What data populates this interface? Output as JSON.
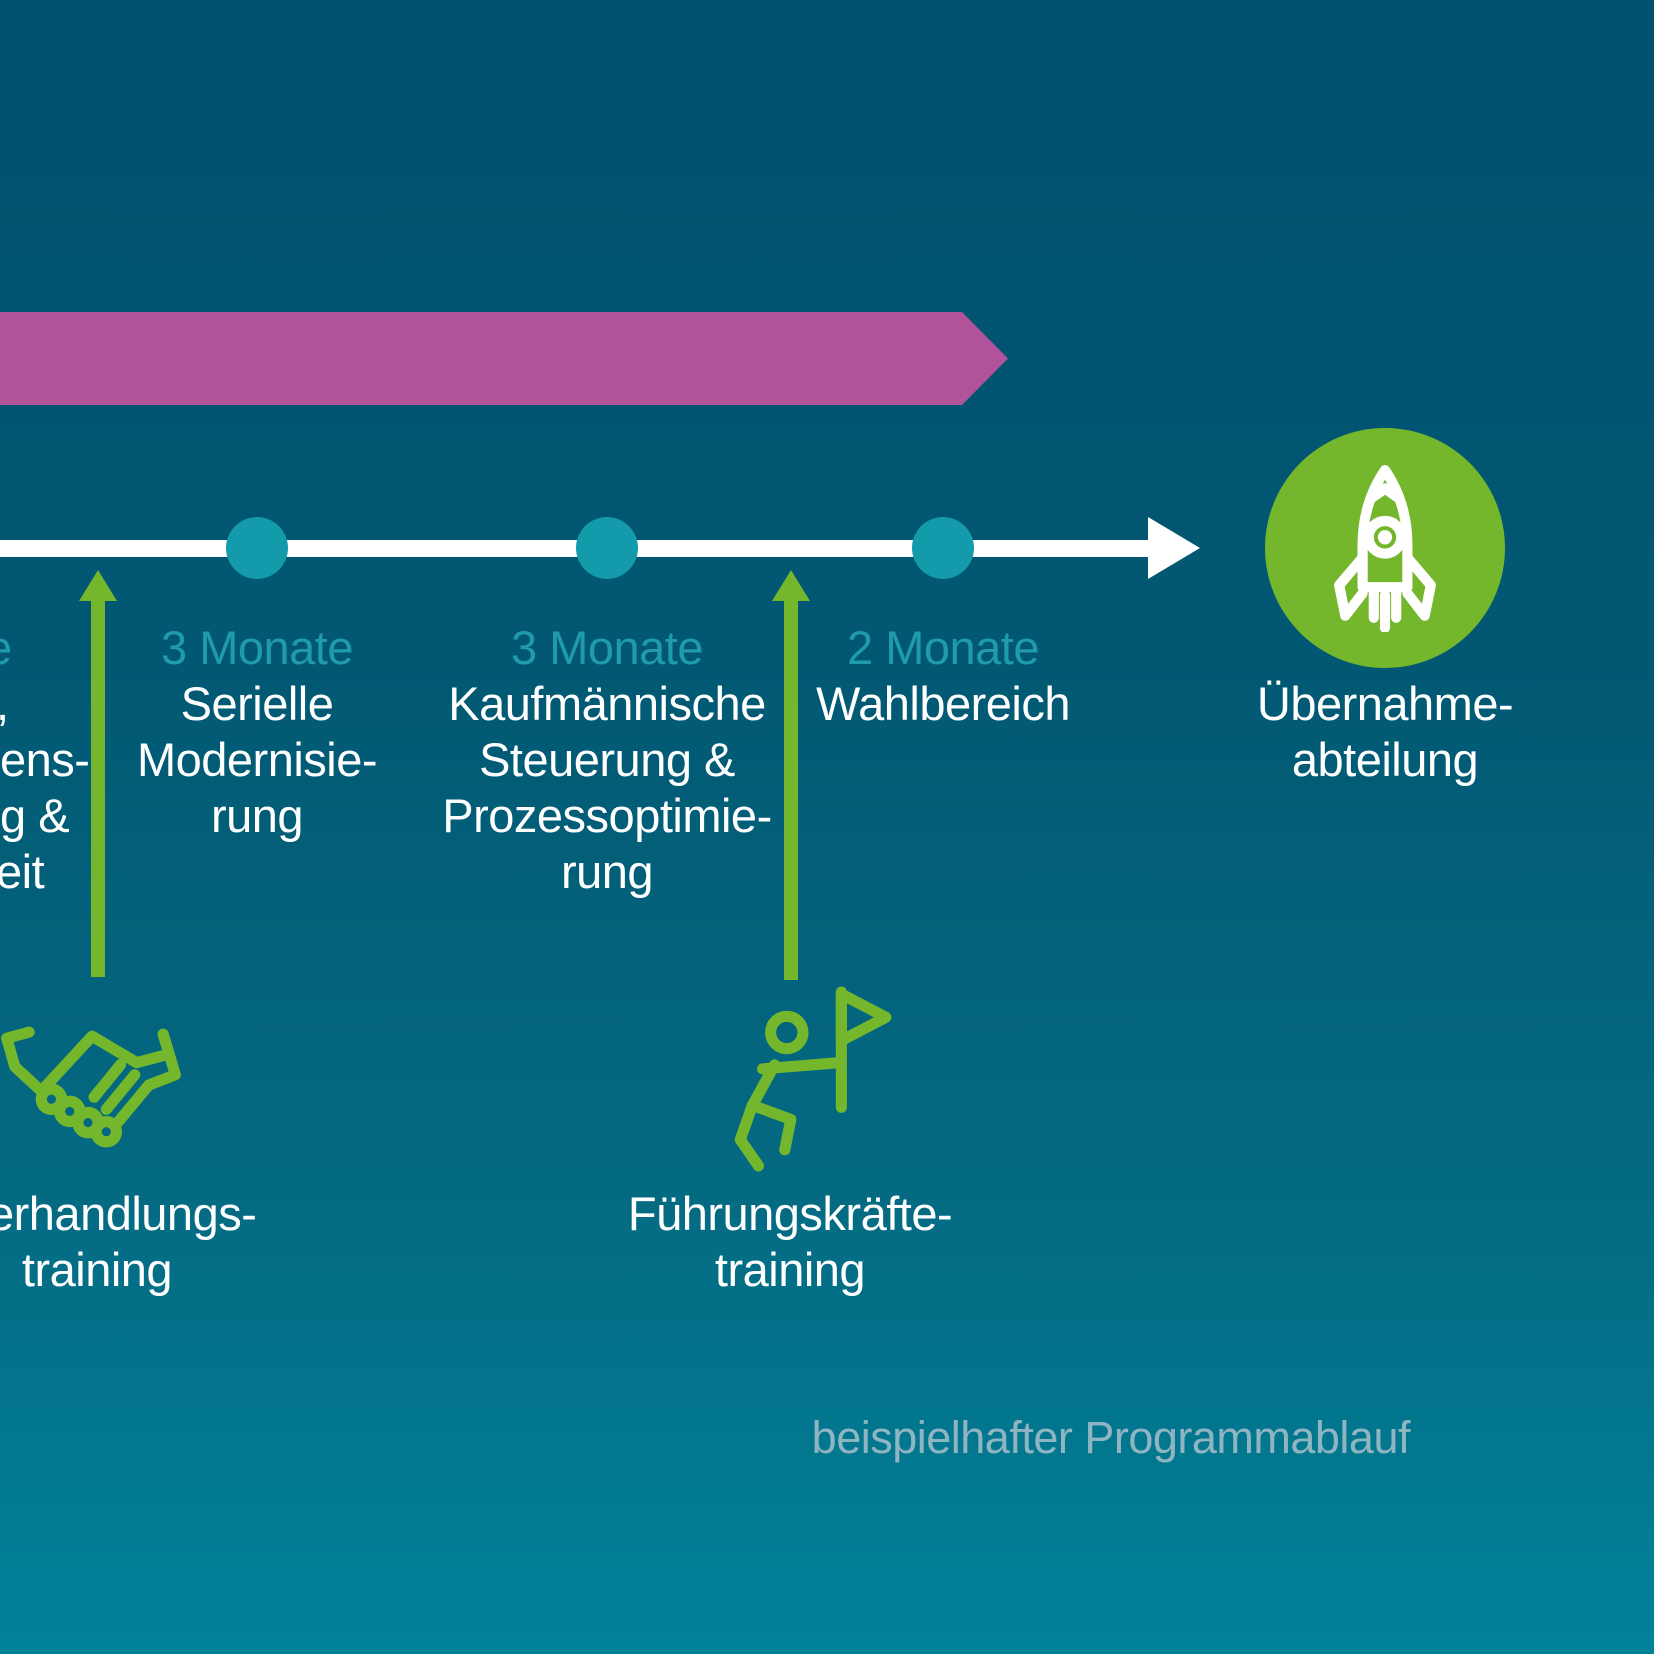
{
  "colors": {
    "background_top": "#00506f",
    "background_bottom": "#008299",
    "banner_magenta": "#b0539b",
    "timeline_white": "#ffffff",
    "dot_teal": "#149bab",
    "duration_teal": "#1f9aae",
    "accent_green": "#74b72c",
    "footer_gray_blue": "#8fb5c2"
  },
  "phases": [
    {
      "note": "phase cut off at left image edge, only line endings visible",
      "duration_fragment": "e",
      "fragments": [
        ",",
        "ens-",
        "g &",
        "eit"
      ]
    },
    {
      "duration": "3 Monate",
      "lines": [
        "Serielle",
        "Modernisie-",
        "rung"
      ]
    },
    {
      "duration": "3 Monate",
      "lines": [
        "Kaufmännische",
        "Steuerung &",
        "Prozessoptimie-",
        "rung"
      ]
    },
    {
      "duration": "2 Monate",
      "lines": [
        "Wahlbereich"
      ]
    }
  ],
  "destination": {
    "icon": "rocket-icon",
    "lines": [
      "Übernahme-",
      "abteilung"
    ]
  },
  "trainings": [
    {
      "icon": "handshake-icon",
      "line1_fragment": "erhandlungs-",
      "line2": "training"
    },
    {
      "icon": "runner-flag-icon",
      "line1": "Führungskräfte-",
      "line2": "training"
    }
  ],
  "footer": {
    "caption": "beispielhafter Programmablauf"
  }
}
